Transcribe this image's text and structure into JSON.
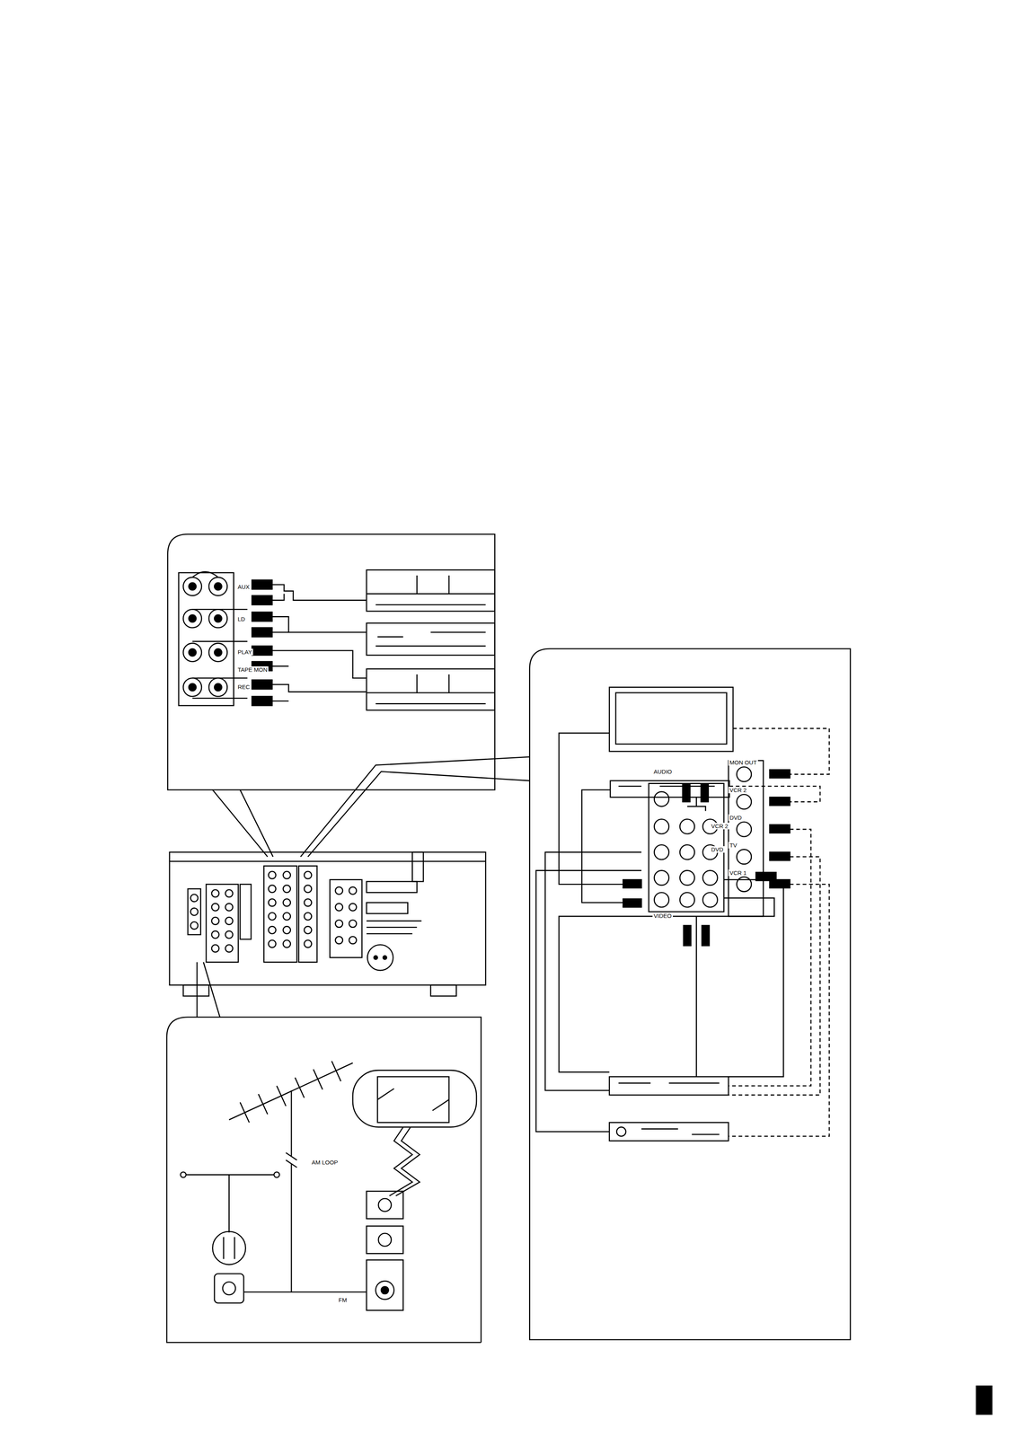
{
  "diagram": {
    "labels": [
      "AUX",
      "LD",
      "PLAY",
      "TAPE MON",
      "REC",
      "AUDIO",
      "VCR 2",
      "DVD",
      "VIDEO",
      "MON OUT",
      "VCR 2",
      "DVD",
      "TV",
      "VCR 1",
      "AM LOOP",
      "FM"
    ]
  }
}
